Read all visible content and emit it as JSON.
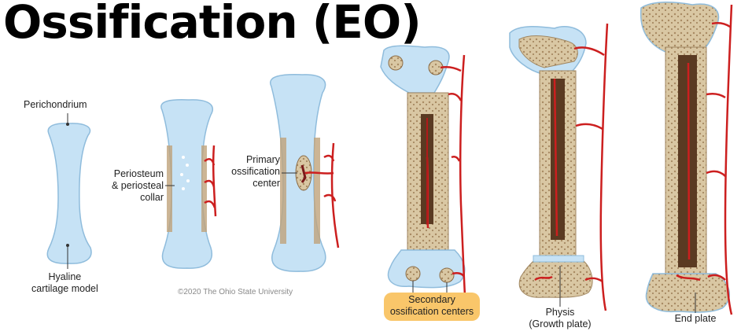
{
  "title": "Ossification (EO)",
  "labels": {
    "perichondrium": "Perichondrium",
    "hyaline_1": "Hyaline",
    "hyaline_2": "cartilage model",
    "periosteum_1": "Periosteum",
    "periosteum_2": "& periosteal",
    "periosteum_3": "collar",
    "primary_1": "Primary",
    "primary_2": "ossification",
    "primary_3": "center",
    "secondary_1": "Secondary",
    "secondary_2": "ossification centers",
    "physis_1": "Physis",
    "physis_2": "(Growth plate)",
    "end_plate": "End plate"
  },
  "copyright": "©2020 The Ohio State University",
  "colors": {
    "cartilage": "#c6e2f5",
    "cartilage_edge": "#8fbcdc",
    "bone": "#d6c4a0",
    "marrow": "#5a3a22",
    "vessel": "#cc1f1f",
    "highlight": "#f9c66a"
  }
}
